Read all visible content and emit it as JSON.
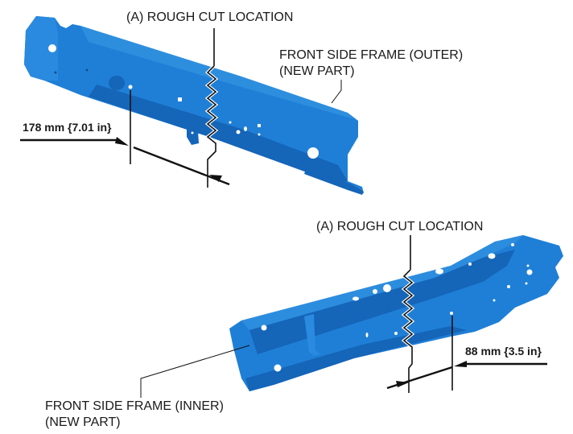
{
  "diagram": {
    "colors": {
      "part_main": "#1f7fd6",
      "part_dark": "#1565b8",
      "part_light": "#3a9be6",
      "line": "#111111"
    },
    "top_view": {
      "cut_label": "(A) ROUGH CUT LOCATION",
      "part_label_line1": "FRONT SIDE FRAME (OUTER)",
      "part_label_line2": "(NEW PART)",
      "dimension_label": "178 mm {7.01 in}"
    },
    "bottom_view": {
      "cut_label": "(A) ROUGH CUT LOCATION",
      "part_label_line1": "FRONT SIDE FRAME (INNER)",
      "part_label_line2": "(NEW PART)",
      "dimension_label": "88 mm {3.5 in}"
    }
  }
}
